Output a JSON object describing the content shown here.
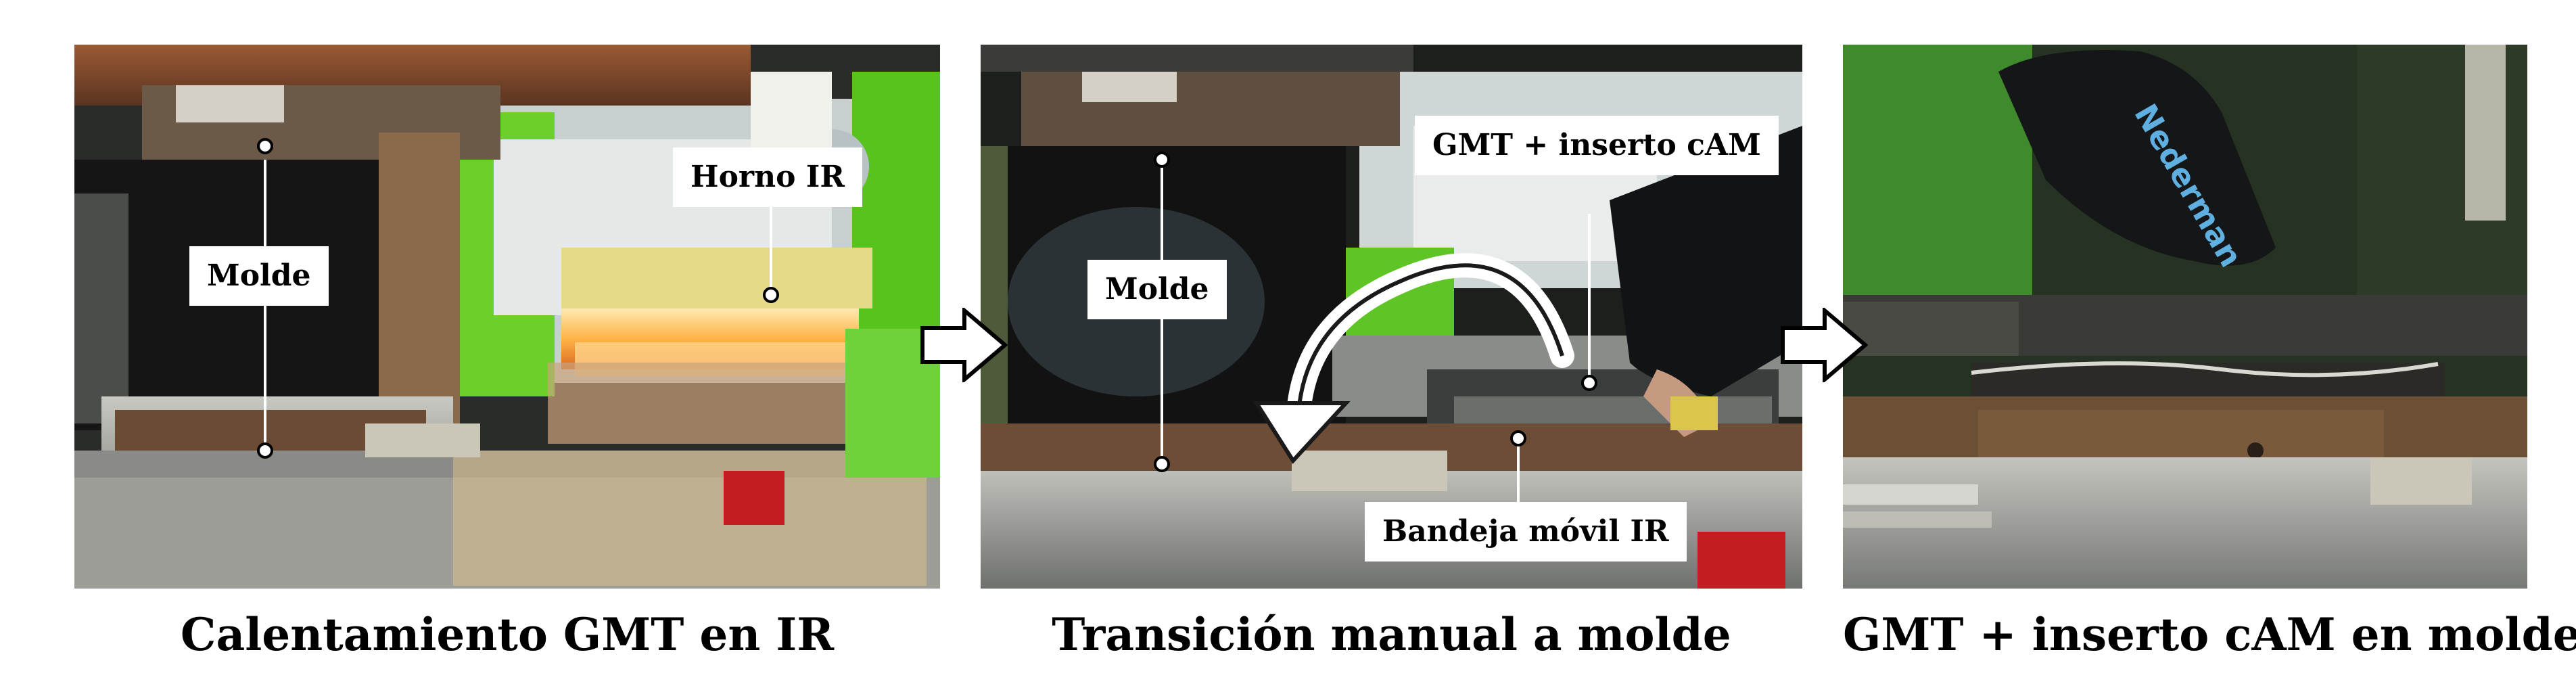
{
  "panels": [
    {
      "caption": "Calentamiento GMT en IR",
      "labels": {
        "mold": "Molde",
        "ir_oven": "Horno IR"
      }
    },
    {
      "caption": "Transición manual a molde",
      "labels": {
        "mold": "Molde",
        "gmt_insert": "GMT + inserto cAM",
        "tray": "Bandeja móvil IR"
      }
    },
    {
      "caption": "GMT + inserto cAM en molde",
      "labels": {}
    }
  ],
  "photo_text": {
    "brand": "Nederman"
  }
}
